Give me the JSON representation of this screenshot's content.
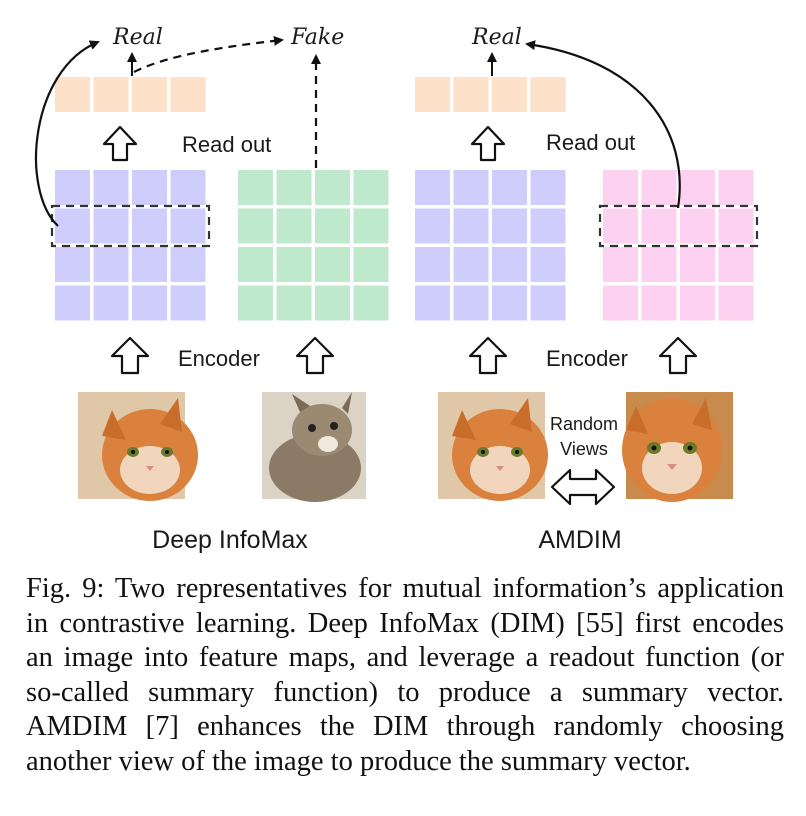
{
  "labels": {
    "real_left": "Real",
    "fake": "Fake",
    "real_right": "Real",
    "readout_left": "Read out",
    "readout_right": "Read out",
    "encoder_left": "Encoder",
    "encoder_right": "Encoder",
    "random_views_line1": "Random",
    "random_views_line2": "Views",
    "title_left": "Deep InfoMax",
    "title_right": "AMDIM"
  },
  "colors": {
    "summary": "#fde2c9",
    "feature_blue": "#cfcdfb",
    "feature_green": "#bfe9cc",
    "feature_pink": "#fcd2f0"
  },
  "caption": "Fig. 9: Two representatives for mutual information’s application in contrastive learning. Deep InfoMax (DIM) [55] first encodes an image into feature maps, and leverage a readout function (or so-called summary function) to produce a summary vector. AMDIM [7] enhances the DIM through randomly choosing another view of the image to produce the summary vector."
}
